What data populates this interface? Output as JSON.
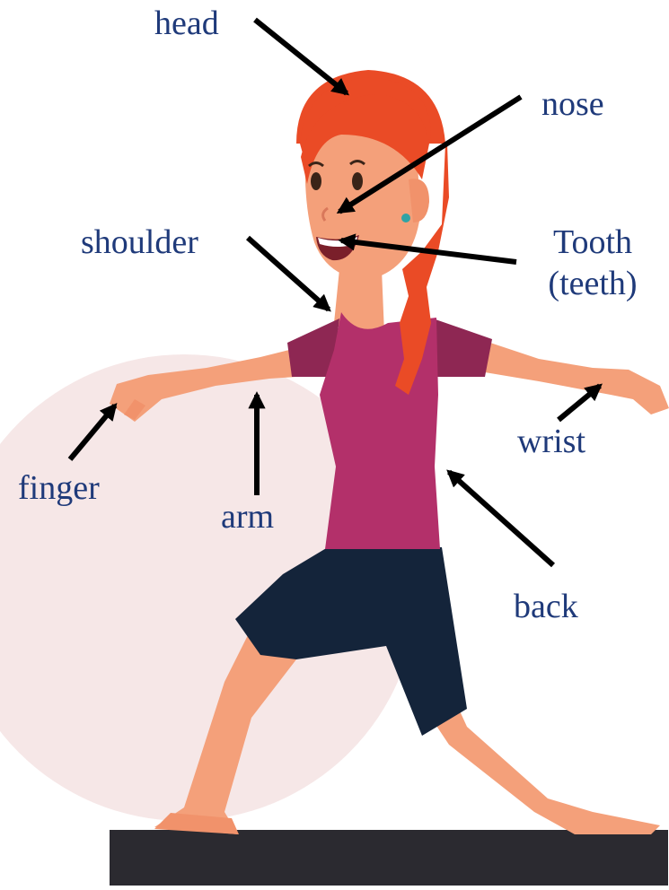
{
  "diagram": {
    "labels": {
      "head": "head",
      "nose": "nose",
      "shoulder": "shoulder",
      "tooth_line1": "Tooth",
      "tooth_line2": "(teeth)",
      "wrist": "wrist",
      "finger": "finger",
      "arm": "arm",
      "back": "back"
    }
  },
  "colors": {
    "label_text": "#1f3a7a",
    "arrow": "#000000",
    "skin": "#f4a07a",
    "hair": "#ea4b26",
    "shirt": "#b3306a",
    "sleeve": "#8e2753",
    "shorts": "#14243a",
    "background_circle": "#f6e7e7",
    "platform": "#2b2a30"
  }
}
